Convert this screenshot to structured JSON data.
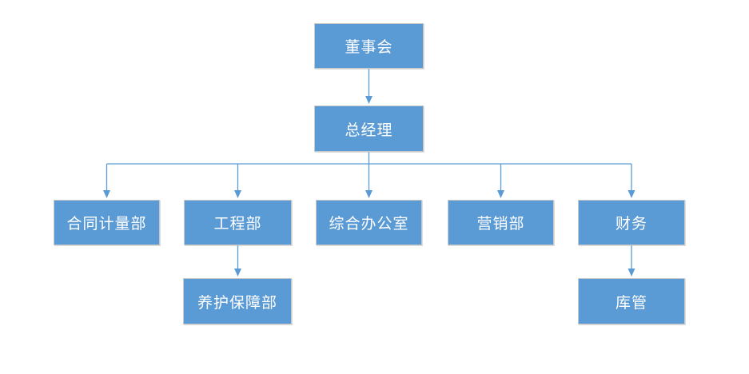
{
  "diagram": {
    "type": "org-chart",
    "background_color": "#ffffff",
    "node_fill_color": "#5b9bd5",
    "node_border_color": "#c9c9c9",
    "node_text_color": "#ffffff",
    "connector_color": "#5b9bd5",
    "nodes": [
      {
        "id": "board",
        "label": "董事会",
        "level": 1
      },
      {
        "id": "gm",
        "label": "总经理",
        "level": 2
      },
      {
        "id": "contract",
        "label": "合同计量部",
        "level": 3
      },
      {
        "id": "engineering",
        "label": "工程部",
        "level": 3
      },
      {
        "id": "office",
        "label": "综合办公室",
        "level": 3
      },
      {
        "id": "marketing",
        "label": "营销部",
        "level": 3
      },
      {
        "id": "finance",
        "label": "财务",
        "level": 3
      },
      {
        "id": "maintenance",
        "label": "养护保障部",
        "level": 4
      },
      {
        "id": "warehouse",
        "label": "库管",
        "level": 4
      }
    ],
    "edges": [
      {
        "from": "董事会",
        "to": "总经理"
      },
      {
        "from": "总经理",
        "to": "合同计量部"
      },
      {
        "from": "总经理",
        "to": "工程部"
      },
      {
        "from": "总经理",
        "to": "综合办公室"
      },
      {
        "from": "总经理",
        "to": "营销部"
      },
      {
        "from": "总经理",
        "to": "财务"
      },
      {
        "from": "工程部",
        "to": "养护保障部"
      },
      {
        "from": "财务",
        "to": "库管"
      }
    ]
  }
}
